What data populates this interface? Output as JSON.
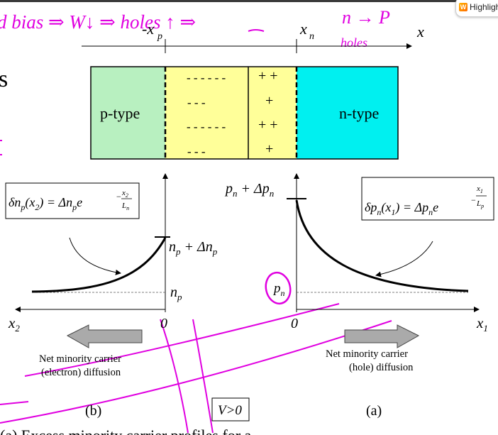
{
  "toolbar": {
    "highlight_label": "Highligh",
    "highlight_icon": "highlighter-w-icon"
  },
  "handwriting": {
    "top_note": "d bias ⇒ W↓ ⇒ holes ↑ ⇒",
    "top_note_right": "n → P",
    "top_note_sub": "holes",
    "left_fragment": "s"
  },
  "junction": {
    "x_axis_label": "x",
    "left_edge_label": "-x",
    "left_edge_sub": "p",
    "right_edge_label": "x",
    "right_edge_sub": "n",
    "p_region_label": "p-type",
    "n_region_label": "n-type",
    "negative_rows": [
      "- - - - - -",
      "- - -",
      "- - - - - -",
      "- - -"
    ],
    "positive_rows": [
      "+ +",
      "+",
      "+ +",
      "+"
    ],
    "colors": {
      "p_region": "#b8f0c0",
      "depletion": "#ffff99",
      "n_region": "#00f0f0"
    }
  },
  "left_plot": {
    "formula": "δn_p(x_2) = Δn_p e^(−x_2/L_n)",
    "peak_label": "n_p + Δn_p",
    "baseline_label": "n_p",
    "x_axis_label": "x_2",
    "origin_label": "0",
    "arrow_text_line1": "Net minority carrier",
    "arrow_text_line2": "(electron) diffusion",
    "panel_label": "(b)"
  },
  "right_plot": {
    "formula": "δp_n(x_1) = Δp_n e^(−x_1/L_p)",
    "peak_label": "p_n + Δp_n",
    "baseline_label": "p_n",
    "x_axis_label": "x_1",
    "origin_label": "0",
    "arrow_text_line1": "Net minority carrier",
    "arrow_text_line2": "(hole) diffusion",
    "panel_label": "(a)"
  },
  "condition_label": "V>0",
  "bottom_text": "(a) Excess minority carrier profiles for a"
}
